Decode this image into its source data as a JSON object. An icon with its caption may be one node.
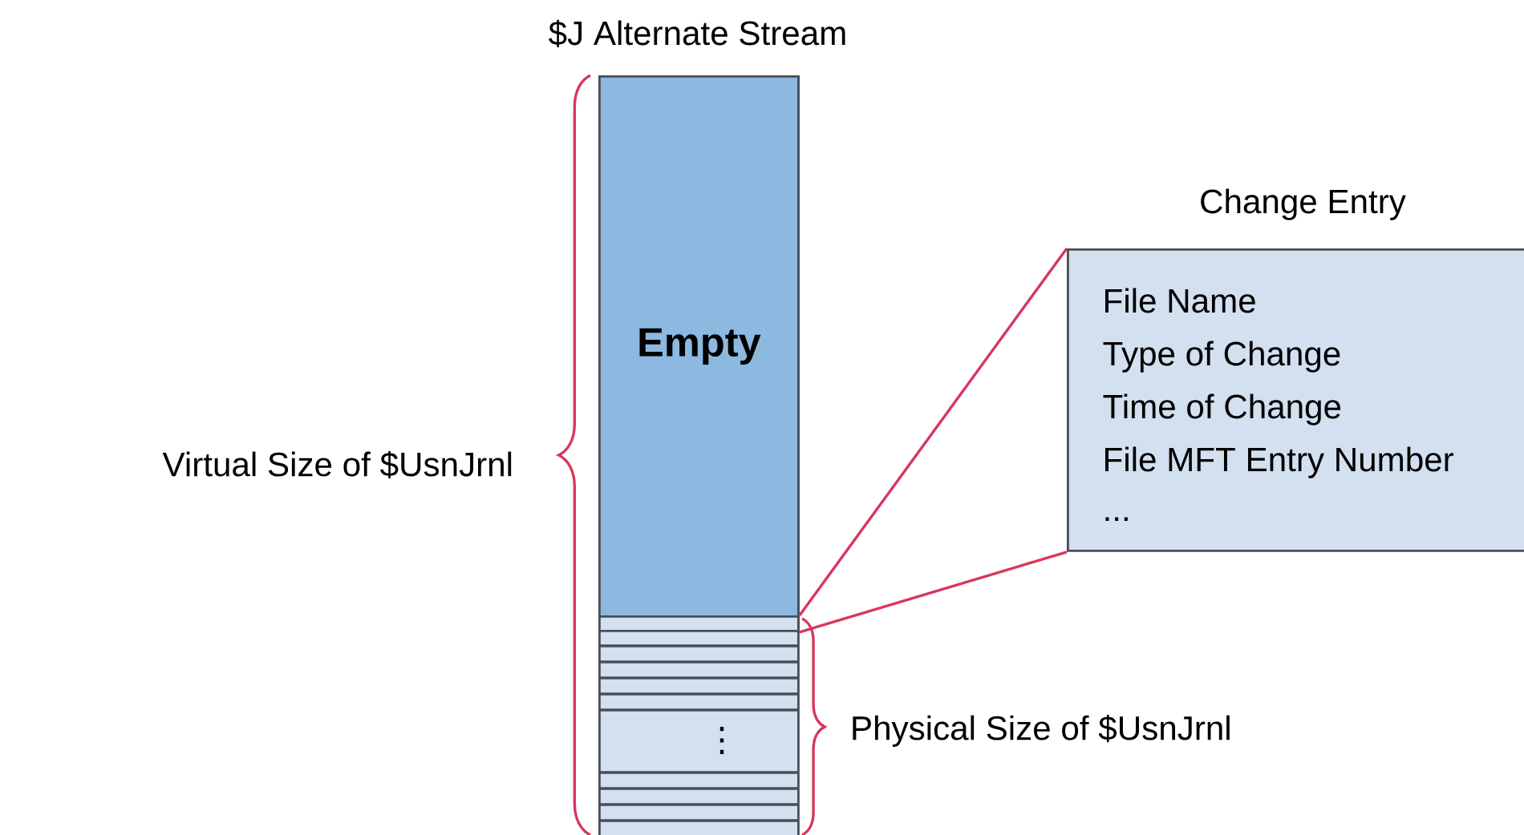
{
  "diagram": {
    "nodes": [
      {
        "text": [
          "$J Alternate Stream"
        ]
      },
      {
        "text": [
          "Empty"
        ],
        "in": 0
      },
      {
        "text": [],
        "shape": "box",
        "in": 0
      },
      {
        "text": [
          "Change Entry",
          "File Name",
          "Type of Change",
          "Time of Change",
          "File MFT Entry Number",
          "..."
        ]
      }
    ],
    "edges": [
      {
        "from": 2,
        "to": 3,
        "arrow": "none"
      },
      {
        "from": 2,
        "to": 3,
        "arrow": "none"
      }
    ],
    "labels": [
      "Virtual Size of $UsnJrnl",
      "⋮",
      "Physical Size of $UsnJrnl"
    ]
  }
}
